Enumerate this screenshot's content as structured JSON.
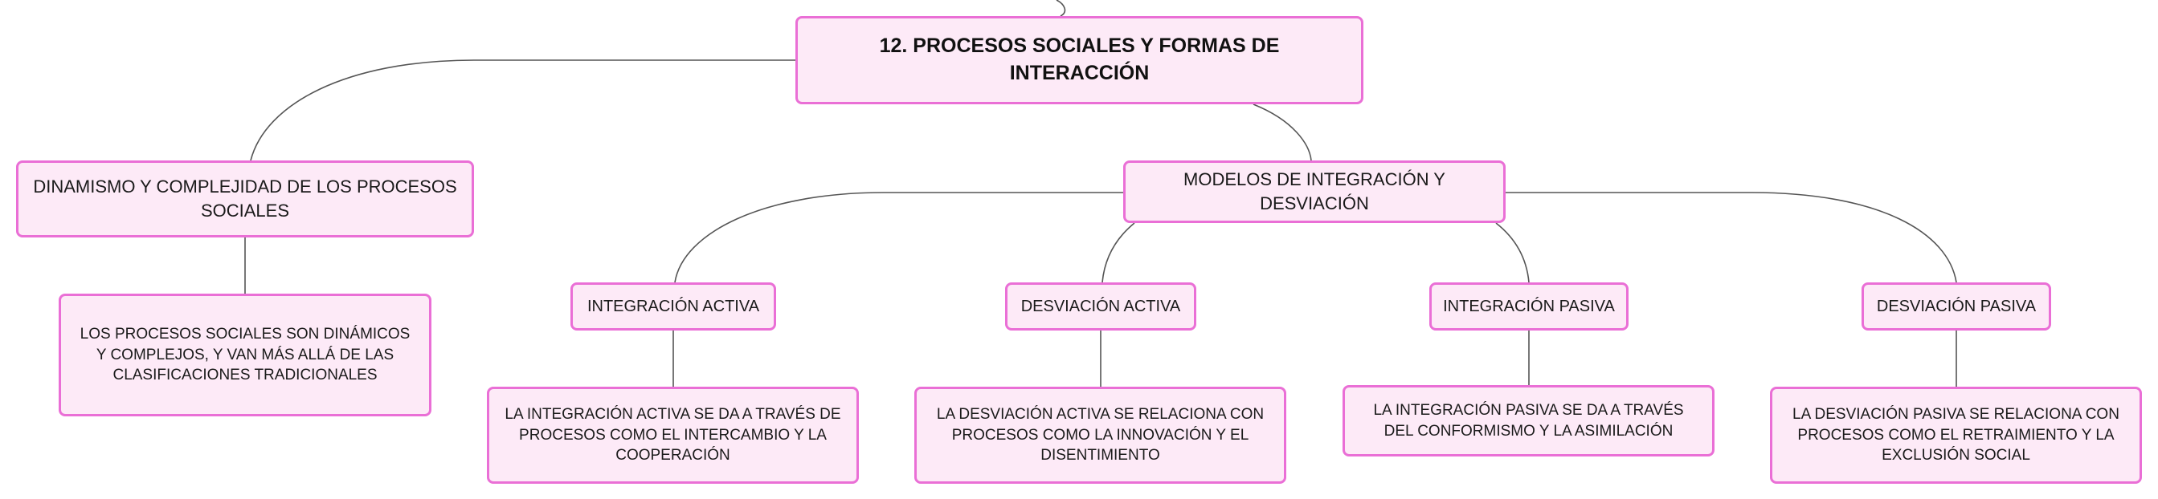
{
  "map": {
    "root": {
      "label": "12. PROCESOS SOCIALES Y FORMAS DE INTERACCIÓN"
    },
    "dinamismo": {
      "label": "DINAMISMO Y COMPLEJIDAD DE LOS PROCESOS SOCIALES",
      "detail": "LOS PROCESOS SOCIALES SON DINÁMICOS Y COMPLEJOS, Y VAN MÁS ALLÁ DE LAS CLASIFICACIONES TRADICIONALES"
    },
    "modelos": {
      "label": "MODELOS DE INTEGRACIÓN Y DESVIACIÓN",
      "children": [
        {
          "label": "INTEGRACIÓN ACTIVA",
          "detail": "LA INTEGRACIÓN ACTIVA SE DA A TRAVÉS DE PROCESOS COMO EL INTERCAMBIO Y LA COOPERACIÓN"
        },
        {
          "label": "DESVIACIÓN ACTIVA",
          "detail": "LA DESVIACIÓN ACTIVA SE RELACIONA CON PROCESOS COMO LA INNOVACIÓN Y EL DISENTIMIENTO"
        },
        {
          "label": "INTEGRACIÓN PASIVA",
          "detail": "LA INTEGRACIÓN PASIVA SE DA A TRAVÉS DEL CONFORMISMO Y LA ASIMILACIÓN"
        },
        {
          "label": "DESVIACIÓN PASIVA",
          "detail": "LA DESVIACIÓN PASIVA SE RELACIONA CON PROCESOS COMO EL RETRAIMIENTO Y LA EXCLUSIÓN SOCIAL"
        }
      ]
    }
  },
  "colors": {
    "node_fill": "#fdeaf7",
    "node_border": "#ea6fd6",
    "connector": "#555555"
  }
}
